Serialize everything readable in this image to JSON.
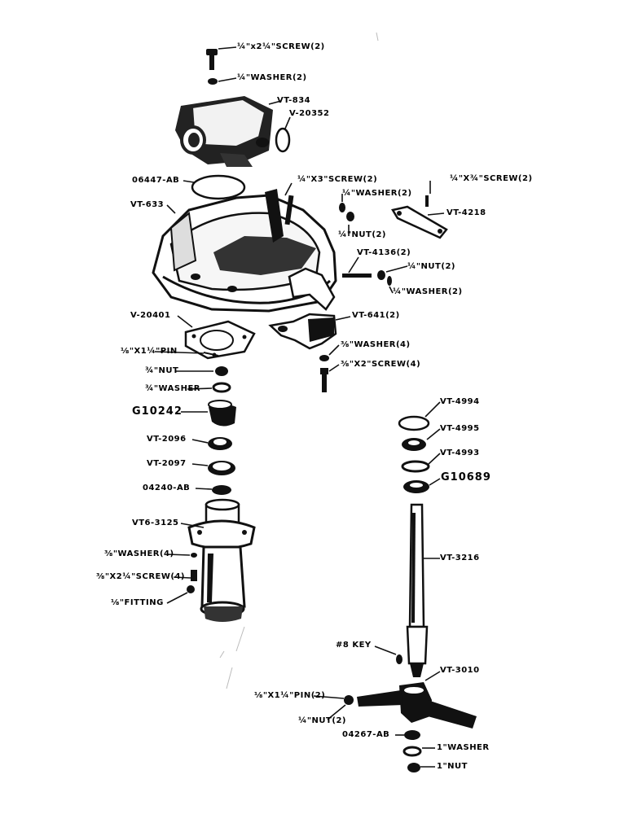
{
  "labels": {
    "screw_top": "¼\"x2¼\"SCREW(2)",
    "washer_top": "¼\"WASHER(2)",
    "vt834": "VT-834",
    "v20352": "V-20352",
    "o6447": "06447-AB",
    "vt633": "VT-633",
    "screw_mid": "¼\"X3\"SCREW(2)",
    "washer_mid": "¼\"WASHER(2)",
    "nut_mid": "¼\"NUT(2)",
    "screw_right": "¼\"X¾\"SCREW(2)",
    "vt4218": "VT-4218",
    "vt4136": "VT-4136(2)",
    "nut_right": "¼\"NUT(2)",
    "washer_right": "¼\"WASHER(2)",
    "v20401": "V-20401",
    "vt641": "VT-641(2)",
    "pin_left": "⅛\"X1¼\"PIN",
    "washer4": "⅜\"WASHER(4)",
    "nut_left": "¾\"NUT",
    "screw4": "⅜\"X2\"SCREW(4)",
    "washer_left": "¾\"WASHER",
    "g10242": "G10242",
    "vt2096": "VT-2096",
    "vt2097": "VT-2097",
    "o4240": "04240-AB",
    "vt6_3125": "VT6-3125",
    "washer4_low": "⅜\"WASHER(4)",
    "screw4_low": "⅜\"X2¼\"SCREW(4)",
    "fitting": "⅛\"FITTING",
    "vt4994": "VT-4994",
    "vt4995": "VT-4995",
    "vt4993": "VT-4993",
    "g10689": "G10689",
    "vt3216": "VT-3216",
    "key": "#8 KEY",
    "vt3010": "VT-3010",
    "pin_low": "⅛\"X1¼\"PIN(2)",
    "nut_low": "¼\"NUT(2)",
    "o4267": "04267-AB",
    "washer_1": "1\"WASHER",
    "nut_1": "1\"NUT"
  }
}
